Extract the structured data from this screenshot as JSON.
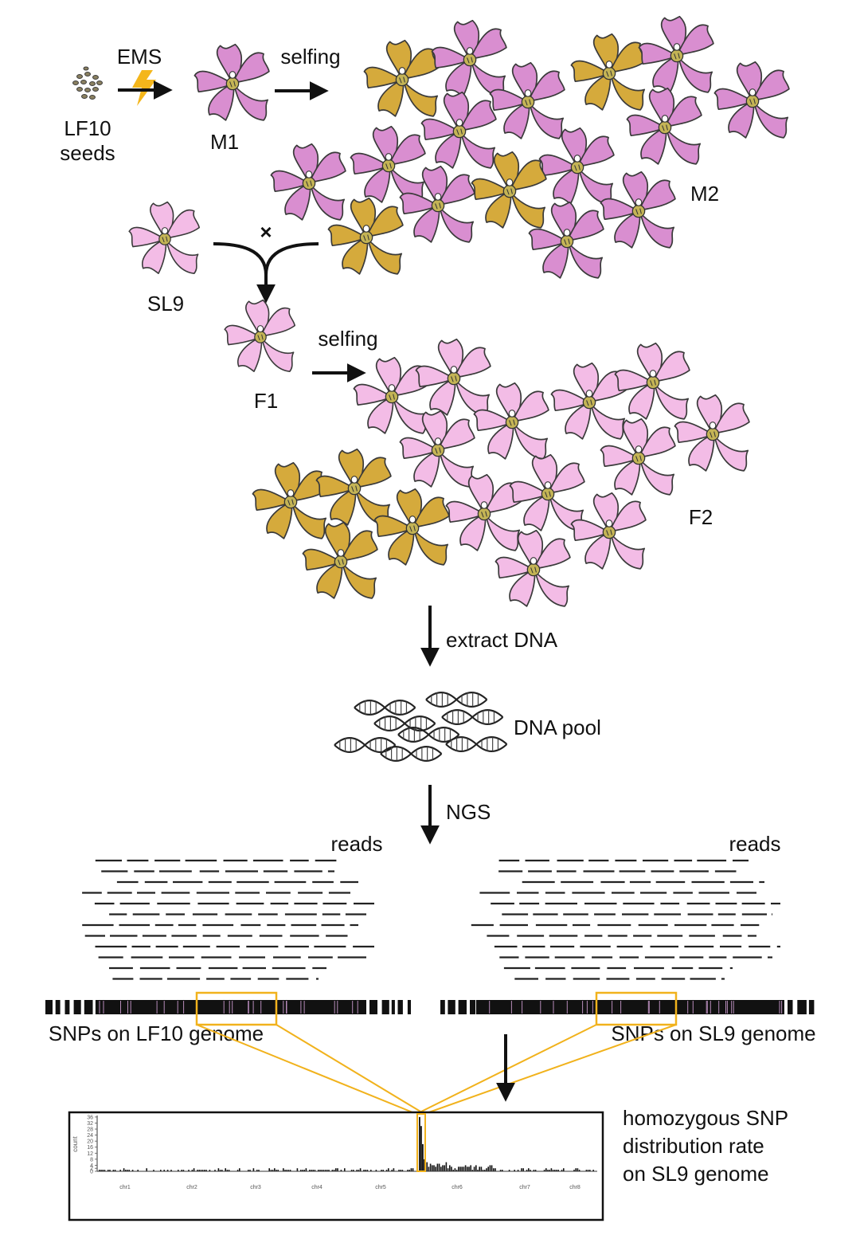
{
  "colors": {
    "mutant_flower": "#d5aa3c",
    "lf10_flower": "#d98ed0",
    "sl9_flower": "#f3bce6",
    "highlight": "#f1b21c",
    "bolt": "#f4b61b",
    "ink": "#111111"
  },
  "labels": {
    "seeds": "LF10\nseeds",
    "ems": "EMS",
    "m1": "M1",
    "selfing_1": "selfing",
    "m2": "M2",
    "sl9": "SL9",
    "cross": "×",
    "f1": "F1",
    "selfing_2": "selfing",
    "f2": "F2",
    "extract": "extract DNA",
    "dna_pool": "DNA pool",
    "ngs": "NGS",
    "reads_left": "reads",
    "reads_right": "reads",
    "snps_lf10": "SNPs on LF10 genome",
    "snps_sl9": "SNPs on SL9 genome",
    "result_caption": "homozygous SNP\ndistribution rate\non SL9 genome"
  },
  "chart_data": {
    "type": "bar",
    "ylabel": "count",
    "yticks": [
      0,
      2,
      4,
      8,
      12,
      16,
      20,
      24,
      28,
      32,
      36
    ],
    "ylim": [
      0,
      37
    ],
    "chromosomes": [
      "chr1",
      "chr2",
      "chr3",
      "chr4",
      "chr5",
      "chr6",
      "chr7",
      "chr8"
    ],
    "highlighted_peak": {
      "chromosome": "chr6",
      "position": "start",
      "count": 36
    }
  }
}
